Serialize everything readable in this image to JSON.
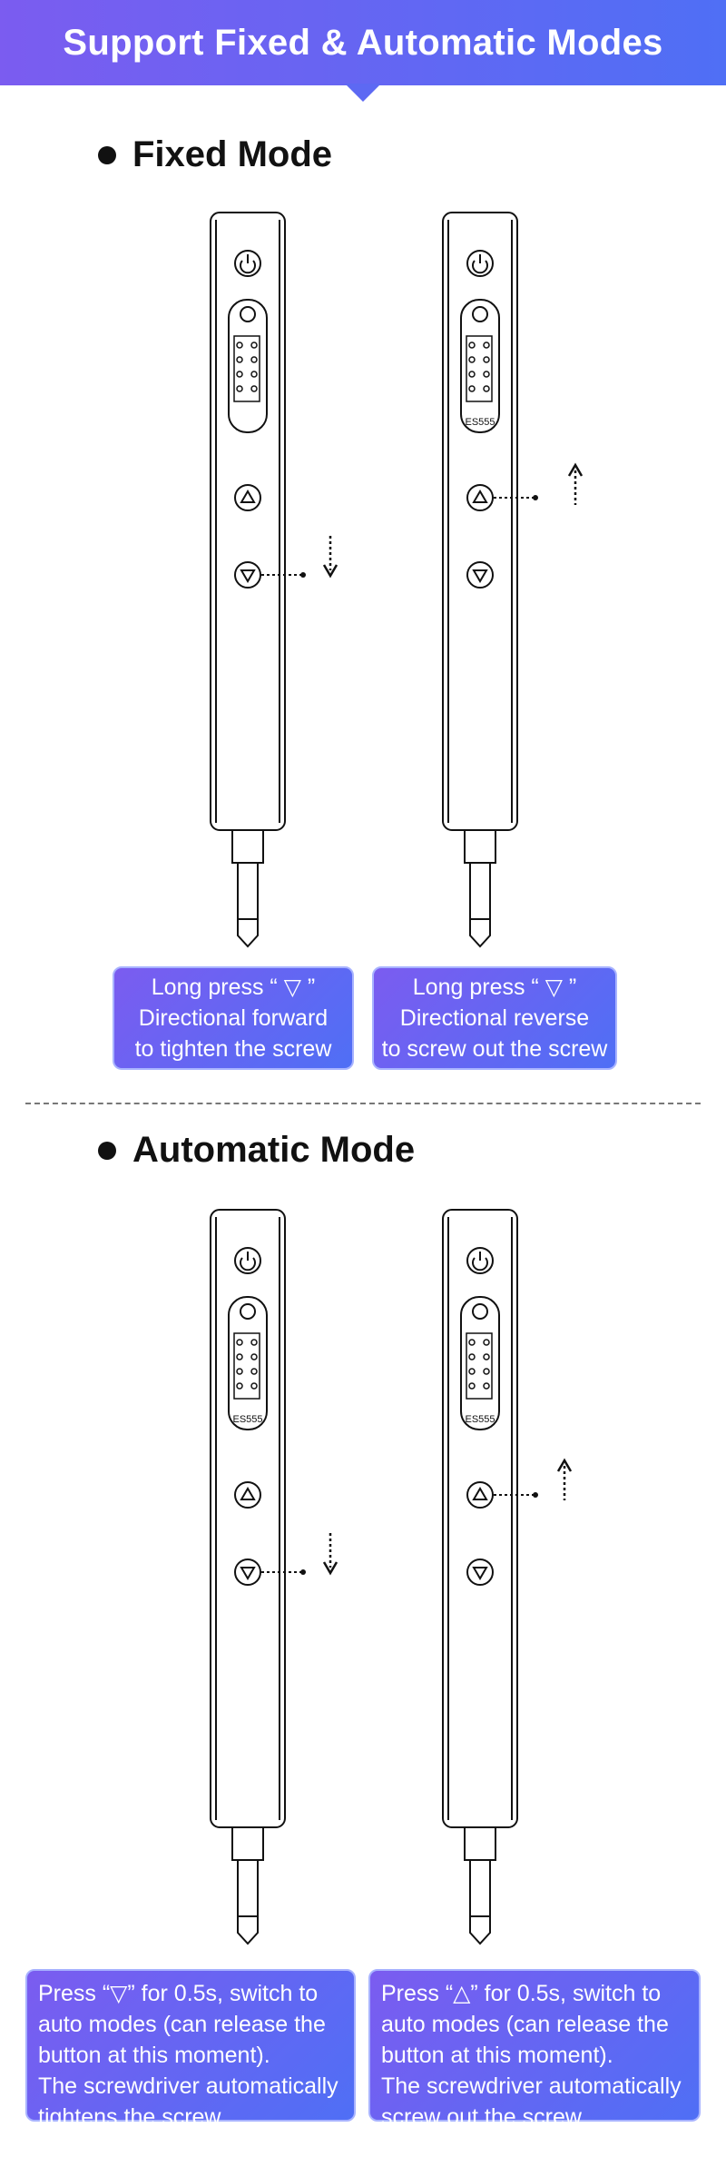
{
  "header": {
    "title": "Support Fixed & Automatic Modes"
  },
  "fixed": {
    "title": "Fixed Mode",
    "device_label": "ES555",
    "caption_left": {
      "lines": [
        "Long press “ ▽ ”",
        "Directional forward",
        "to tighten the screw"
      ]
    },
    "caption_right": {
      "lines": [
        "Long press “ ▽ ”",
        "Directional reverse",
        "to screw out the screw"
      ]
    }
  },
  "automatic": {
    "title": "Automatic Mode",
    "device_label": "ES555",
    "caption_left": {
      "lines": [
        "Press “▽” for 0.5s, switch to",
        "auto modes (can release the",
        "button at this moment).",
        "The screwdriver automatically",
        "tightens the screw."
      ]
    },
    "caption_right": {
      "lines": [
        "Press “△” for 0.5s, switch to",
        "auto modes (can release the",
        "button at this moment).",
        "The screwdriver automatically",
        "screw out the screw."
      ]
    }
  },
  "colors": {
    "accent_start": "#7b5cf0",
    "accent_end": "#4f6ff5"
  },
  "icons": [
    "power-icon",
    "screw-icon",
    "up-triangle-icon",
    "down-triangle-icon",
    "arrow-down-icon",
    "arrow-up-icon"
  ]
}
